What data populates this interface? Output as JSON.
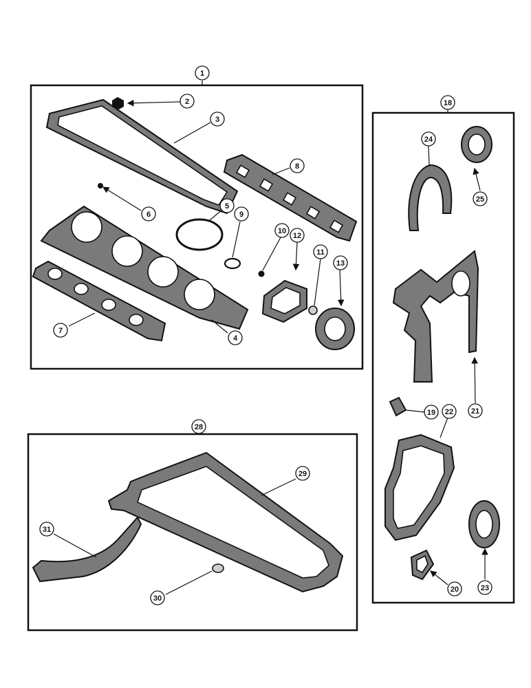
{
  "callouts": [
    "1",
    "2",
    "3",
    "4",
    "5",
    "6",
    "7",
    "8",
    "9",
    "10",
    "11",
    "12",
    "13",
    "18",
    "19",
    "20",
    "21",
    "22",
    "23",
    "24",
    "25",
    "28",
    "29",
    "30",
    "31"
  ],
  "colors": {
    "ink": "#111111",
    "gasket_fill": "#7a7a7a",
    "background": "#ffffff"
  }
}
